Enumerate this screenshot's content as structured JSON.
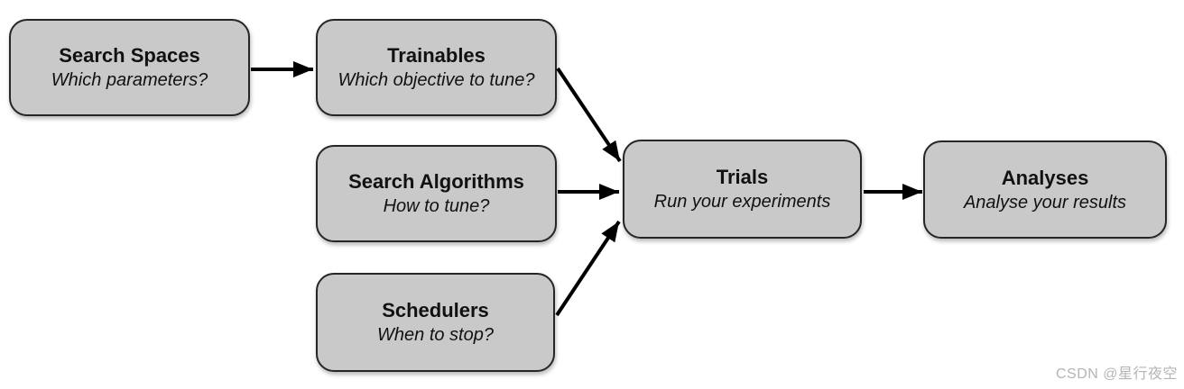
{
  "diagram": {
    "nodes": [
      {
        "id": "search-spaces",
        "title": "Search Spaces",
        "subtitle": "Which parameters?"
      },
      {
        "id": "trainables",
        "title": "Trainables",
        "subtitle": "Which objective to tune?"
      },
      {
        "id": "search-algorithms",
        "title": "Search Algorithms",
        "subtitle": "How to tune?"
      },
      {
        "id": "schedulers",
        "title": "Schedulers",
        "subtitle": "When to stop?"
      },
      {
        "id": "trials",
        "title": "Trials",
        "subtitle": "Run your experiments"
      },
      {
        "id": "analyses",
        "title": "Analyses",
        "subtitle": "Analyse your results"
      }
    ],
    "edges": [
      {
        "from": "search-spaces",
        "to": "trainables"
      },
      {
        "from": "trainables",
        "to": "trials"
      },
      {
        "from": "search-algorithms",
        "to": "trials"
      },
      {
        "from": "schedulers",
        "to": "trials"
      },
      {
        "from": "trials",
        "to": "analyses"
      }
    ],
    "colors": {
      "background": "#ffffff",
      "node_fill": "#c9c9c9",
      "node_border": "#262626",
      "arrow": "#000000",
      "watermark": "#b5b5b5"
    }
  },
  "watermark": {
    "text": "CSDN @星行夜空"
  }
}
